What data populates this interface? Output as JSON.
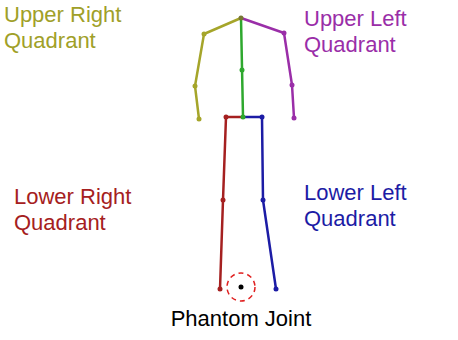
{
  "diagram": {
    "labels": [
      "Upper Right Quadrant",
      "Upper Left Quadrant",
      "Lower Right Quadrant",
      "Lower Left Quadrant",
      "Phantom Joint"
    ]
  }
}
